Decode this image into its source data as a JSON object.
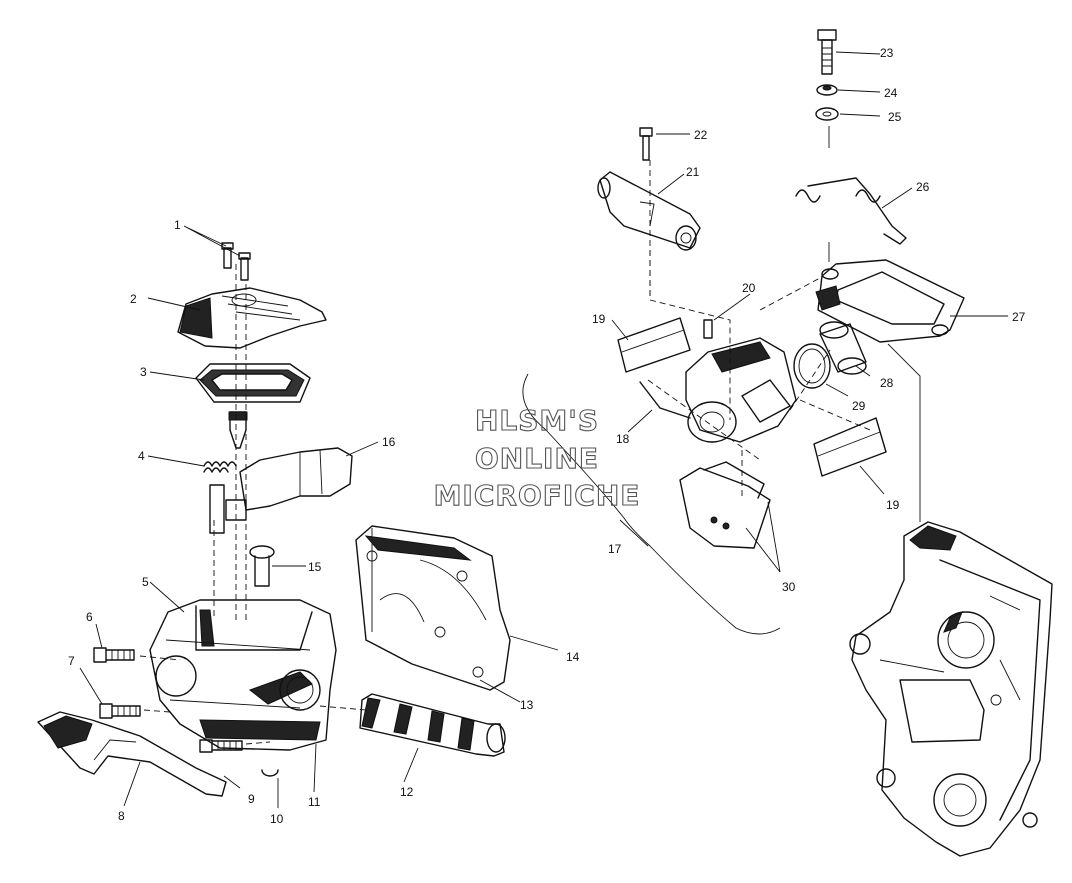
{
  "watermark": {
    "line1": "HLSM'S",
    "line2": "ONLINE",
    "line3": "MICROFICHE"
  },
  "callouts": [
    "1",
    "2",
    "3",
    "4",
    "5",
    "6",
    "7",
    "8",
    "9",
    "10",
    "11",
    "12",
    "13",
    "14",
    "15",
    "16",
    "17",
    "18",
    "19",
    "19",
    "20",
    "21",
    "22",
    "23",
    "24",
    "25",
    "26",
    "27",
    "28",
    "29",
    "30"
  ]
}
